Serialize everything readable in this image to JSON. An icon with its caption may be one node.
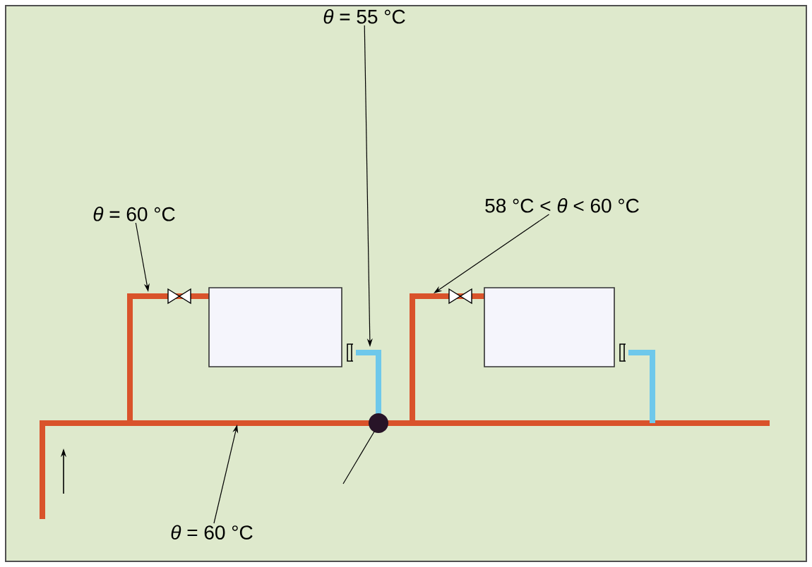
{
  "diagram": {
    "nodes": [
      {
        "text": [
          "*θ* = 55 °C"
        ]
      },
      {
        "text": [
          "*θ* = 60 °C"
        ]
      },
      {
        "text": [
          "58 °C < *θ* < 60 °C"
        ]
      },
      {
        "text": [
          "*θ* = 60 °C"
        ]
      },
      {
        "text": [],
        "shape": "picture"
      }
    ],
    "edges": [
      {
        "from": 0,
        "to": 4,
        "arrow": "to"
      },
      {
        "from": 1,
        "to": 4,
        "arrow": "to"
      },
      {
        "from": 2,
        "to": 4,
        "arrow": "to"
      },
      {
        "from": 3,
        "to": 4,
        "arrow": "to"
      }
    ]
  }
}
